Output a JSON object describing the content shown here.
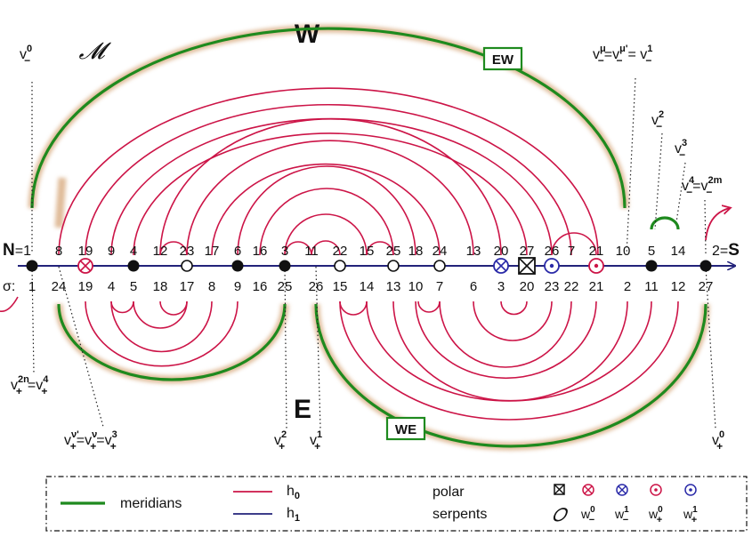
{
  "region_label_W": "W",
  "region_label_E": "E",
  "region_label_M": "𝓜",
  "box_label_EW": "EW",
  "box_label_WE": "WE",
  "endpoint_N": {
    "name": "N",
    "eq": "=1"
  },
  "endpoint_S": {
    "eq": "2=",
    "name": "S"
  },
  "sigma_label": "σ:",
  "top_numbers": [
    "8",
    "19",
    "9",
    "4",
    "12",
    "23",
    "17",
    "6",
    "16",
    "3",
    "11",
    "22",
    "15",
    "25",
    "18",
    "24",
    "13",
    "20",
    "27",
    "26",
    "7",
    "21",
    "10",
    "5",
    "14"
  ],
  "sigma_numbers": [
    "1",
    "24",
    "19",
    "4",
    "5",
    "18",
    "17",
    "8",
    "9",
    "16",
    "25",
    "26",
    "15",
    "14",
    "13",
    "10",
    "7",
    "6",
    "3",
    "20",
    "23",
    "22",
    "21",
    "2",
    "11",
    "12",
    "27"
  ],
  "v_labels": [
    {
      "id": "v_minus_0",
      "base": "v",
      "sup": "0",
      "sub": "−"
    },
    {
      "id": "v_mu",
      "base": "v",
      "sup": "μ",
      "sub": "−",
      "eq1": "=v",
      "sup2": "μ'",
      "sub2": "−",
      "eq2": "= v",
      "sup3": "1",
      "sub3": "−"
    },
    {
      "id": "v_minus_2",
      "base": "v",
      "sup": "2",
      "sub": "−"
    },
    {
      "id": "v_minus_3",
      "base": "v",
      "sup": "3",
      "sub": "−"
    },
    {
      "id": "v_minus_4",
      "base": "v",
      "sup": "4",
      "sub": "−",
      "eq1": "=v",
      "sup2": "2m",
      "sub2": "−"
    },
    {
      "id": "v_plus_2n",
      "base": "v",
      "sup": "2n",
      "sub": "+",
      "eq1": "=v",
      "sup2": "4",
      "sub2": "+"
    },
    {
      "id": "v_plus_nu",
      "base": "v",
      "sup": "ν'",
      "sub": "+",
      "eq1": "=v",
      "sup2": "ν",
      "sub2": "+",
      "eq2": "=v",
      "sup3": "3",
      "sub3": "+"
    },
    {
      "id": "v_plus_2",
      "base": "v",
      "sup": "2",
      "sub": "+"
    },
    {
      "id": "v_plus_1",
      "base": "v",
      "sup": "1",
      "sub": "+"
    },
    {
      "id": "v_plus_0",
      "base": "v",
      "sup": "0",
      "sub": "+"
    }
  ],
  "legend": {
    "meridians": "meridians",
    "h0": {
      "base": "h",
      "sub": "0"
    },
    "h1": {
      "base": "h",
      "sub": "1"
    },
    "polar": "polar",
    "serpents": "serpents",
    "O": "𝑂",
    "w_minus_0": {
      "base": "w",
      "sup": "0",
      "sub": "−"
    },
    "w_minus_1": {
      "base": "w",
      "sup": "1",
      "sub": "−"
    },
    "w_plus_0": {
      "base": "w",
      "sup": "0",
      "sub": "+"
    },
    "w_plus_1": {
      "base": "w",
      "sup": "1",
      "sub": "+"
    }
  },
  "colors": {
    "meridian": "#1e8a1e",
    "arc": "#cc1447",
    "axis": "#22227a",
    "polar": "#c8935a",
    "serpent": "#8fc3ef",
    "blue_marker": "#2a2aa8",
    "red_marker": "#cc1447"
  }
}
